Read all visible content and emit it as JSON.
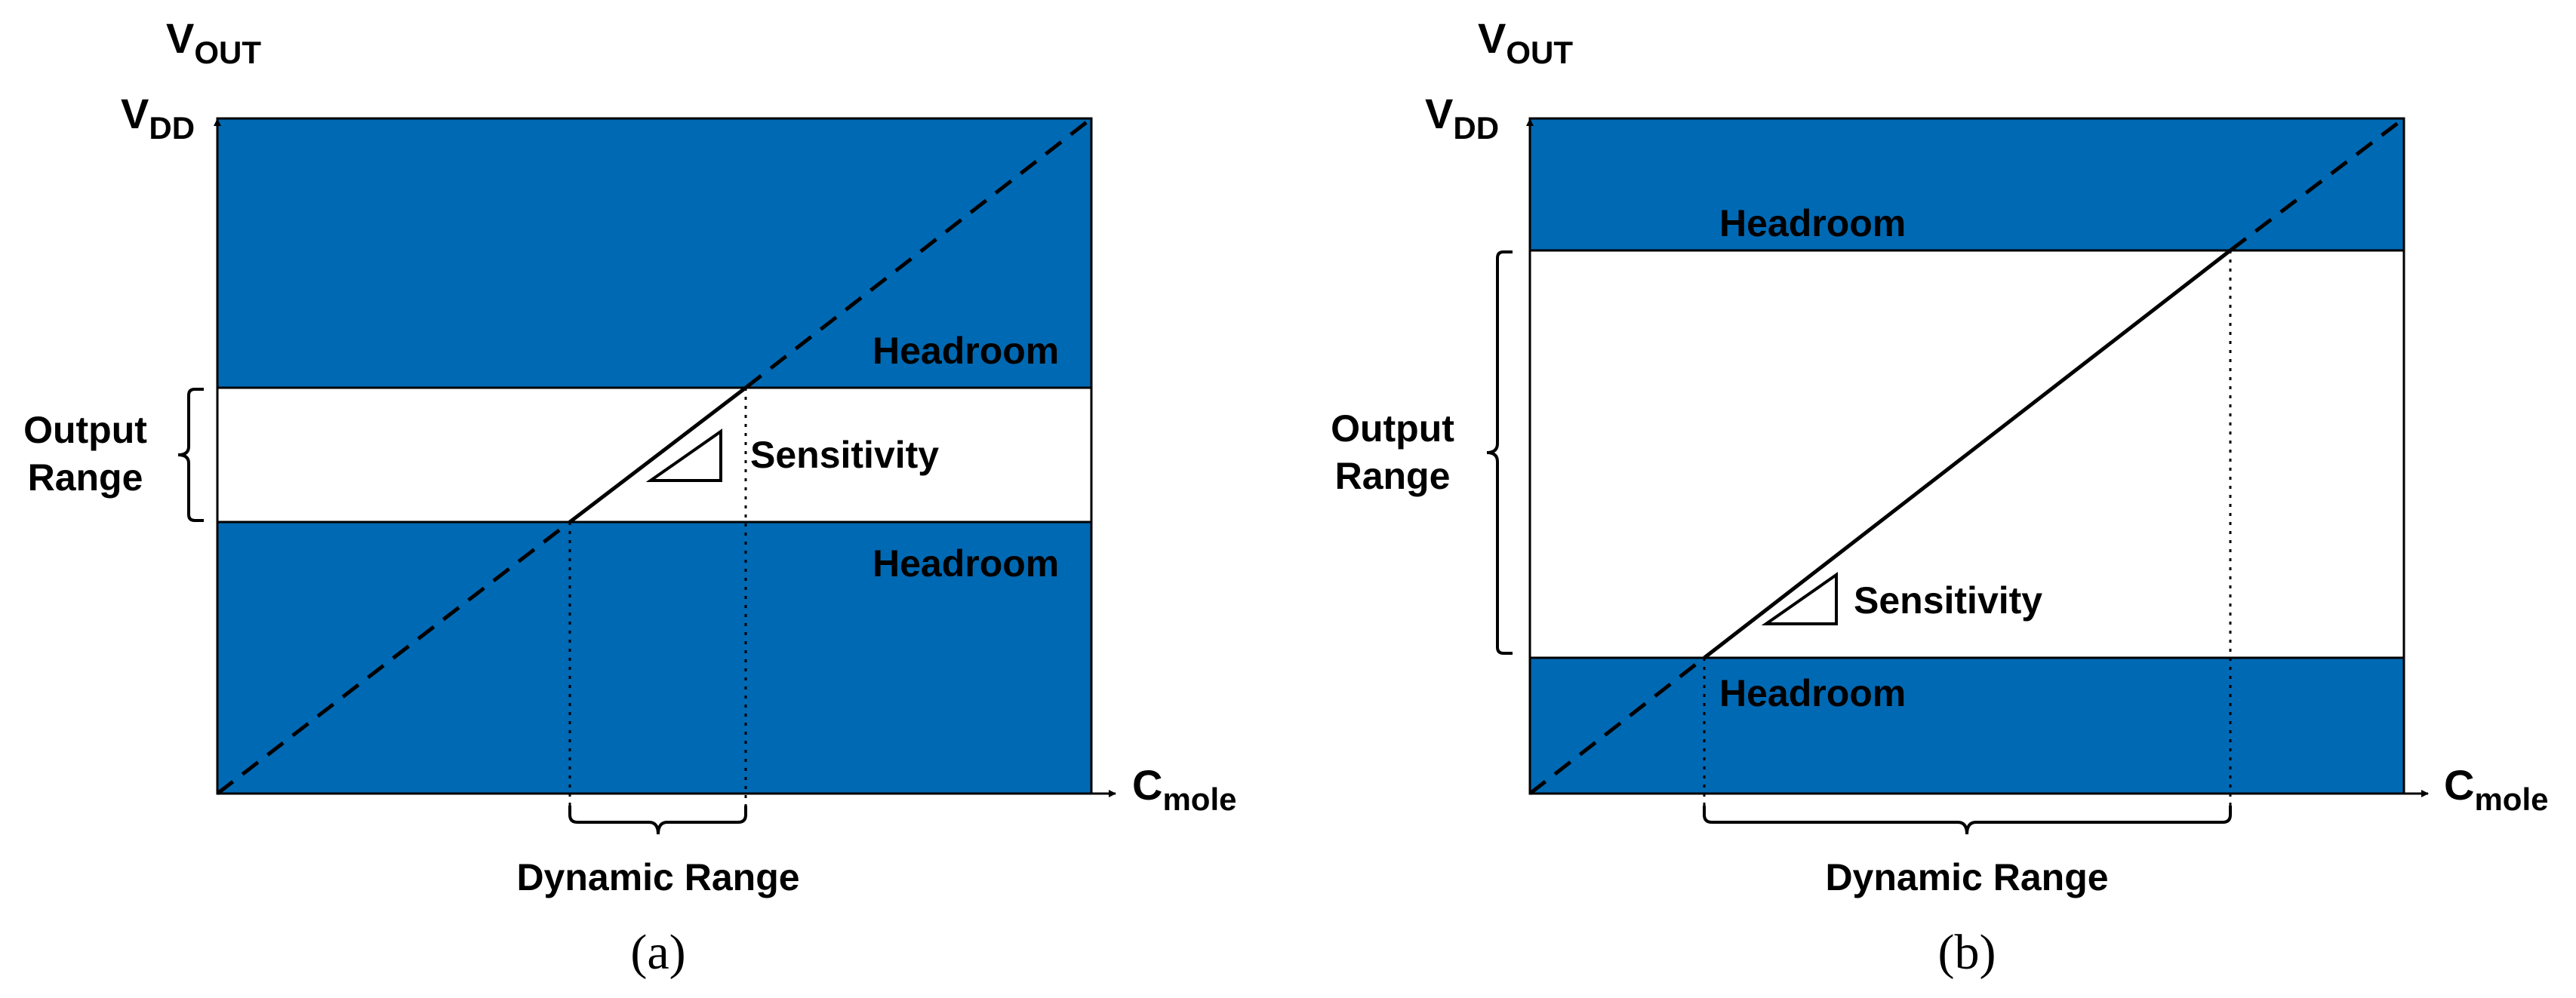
{
  "colors": {
    "band": "#0069b3",
    "line": "#000000",
    "background": "#ffffff"
  },
  "panels": [
    {
      "id": "a",
      "caption_letter": "a",
      "y_axis": {
        "main": "V",
        "sub": "OUT"
      },
      "x_axis": {
        "main": "C",
        "sub": "mole"
      },
      "vdd": {
        "main": "V",
        "sub": "DD"
      },
      "headroom_top_label": "Headroom",
      "headroom_bottom_label": "Headroom",
      "output_range_line1": "Output",
      "output_range_line2": "Range",
      "sensitivity_label": "Sensitivity",
      "dynamic_range_label": "Dynamic Range"
    },
    {
      "id": "b",
      "caption_letter": "b",
      "y_axis": {
        "main": "V",
        "sub": "OUT"
      },
      "x_axis": {
        "main": "C",
        "sub": "mole"
      },
      "vdd": {
        "main": "V",
        "sub": "DD"
      },
      "headroom_top_label": "Headroom",
      "headroom_bottom_label": "Headroom",
      "output_range_line1": "Output",
      "output_range_line2": "Range",
      "sensitivity_label": "Sensitivity",
      "dynamic_range_label": "Dynamic Range"
    }
  ]
}
